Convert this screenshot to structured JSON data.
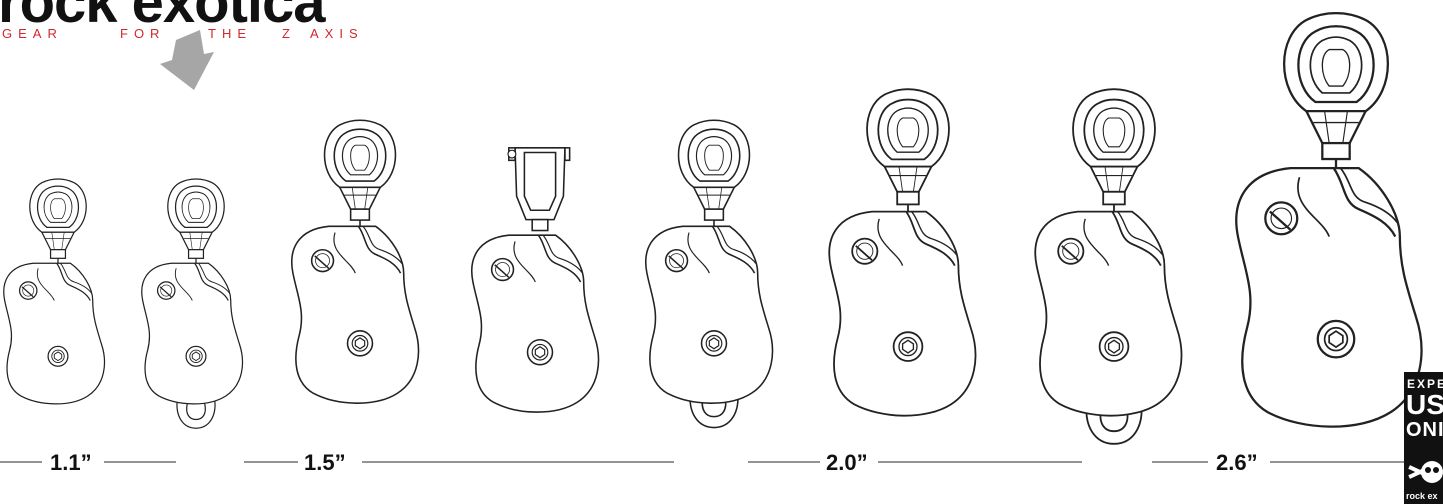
{
  "brand": {
    "logo_text": "rock exotica",
    "tagline_words": [
      "GEAR",
      "FOR",
      "THE",
      "Z",
      "AXIS"
    ]
  },
  "size_labels": [
    "1.1”",
    "1.5”",
    "2.0”",
    "2.6”"
  ],
  "badge": {
    "line1": "EXPE",
    "line2": "US",
    "line3": "ONI",
    "footer": "rock ex"
  },
  "icons": {
    "arrow": "down-arrow-icon",
    "skull": "skull-crossbones-icon"
  },
  "colors": {
    "brand_black": "#111111",
    "tagline_red": "#d1282e",
    "arrow_grey": "#a6a6a6",
    "line_grey": "#555555",
    "outline": "#222222"
  }
}
